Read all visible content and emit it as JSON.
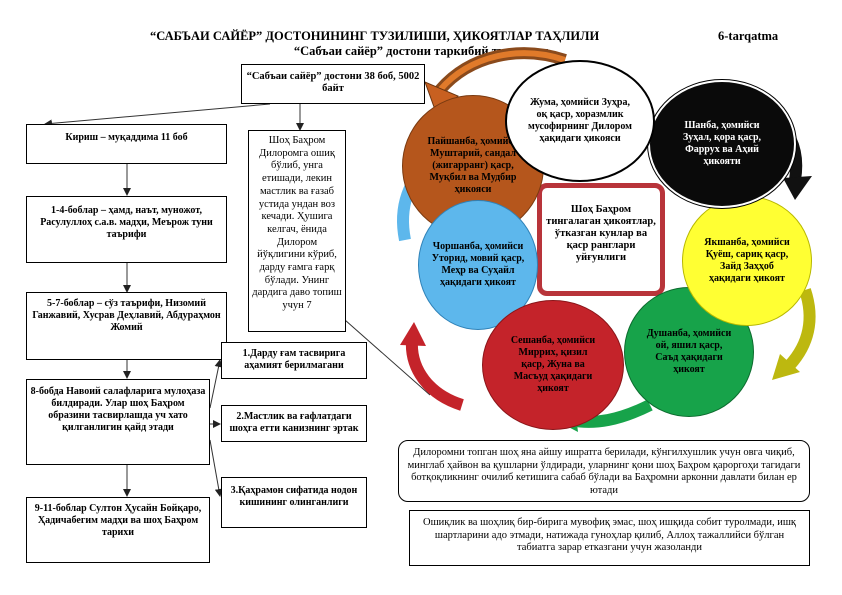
{
  "header": {
    "title": "“САБЪАИ САЙЁР” ДОСТОНИНИНГ ТУЗИЛИШИ, ҲИКОЯТЛАР ТАҲЛИЛИ",
    "tarqatma": "6-tarqatma",
    "subtitle": "“Сабъаи сайёр” достони таркибий тузилиши"
  },
  "root": "“Сабъаи сайёр” достони 38 боб, 5002 байт",
  "left_chain": [
    "Кириш – муқаддима 11 боб",
    "1-4-боблар – ҳамд, наът, муножот, Расулуллоҳ с.а.в. мадҳи, Меърож туни таърифи",
    "5-7-боблар – сўз таърифи, Низомий Ганжавий, Хусрав Деҳлавий, Абдураҳмон Жомий",
    "8-бобда Навоий салафларига мулоҳаза билдиради. Улар шоҳ Баҳром образини тасвирлашда уч хато қилганлигин қайд этади",
    "9-11-боблар Султон Ҳусайн Бойқаро, Ҳадичабегим мадҳи ва шоҳ Баҳром тарихи"
  ],
  "errors": [
    "1.Дарду ғам тасвирига аҳамият берилмагани",
    "2.Мастлик ва ғафлатдаги шоҳга етти канизнинг эртак",
    "3.Қаҳрамон сифатида нодон кишининг олинганлиги"
  ],
  "middle_text": "Шоҳ Баҳром Дилоромга ошиқ бўлиб, унга етишади, лекин мастлик ва ғазаб устида ундан воз кечади. Ҳушига келгач, ёнида Дилором йўқлигини кўриб, дарду ғамга ғарқ бўлади. Унинг дардига даво топиш учун 7",
  "center_text": "Шоҳ Баҳром тингалаган ҳикоятлар, ўтказган кунлар ва қаср ранглари уйғунлиги",
  "stories": {
    "juma": "Жума, ҳомийси Зуҳра, оқ қаср, хоразмлик мусофирнинг Дилором ҳақидаги ҳикояси",
    "shanba": "Шанба, ҳомийси Зуҳал, қора қаср, Фаррух ва Аҳий ҳикояти",
    "yakshanba": "Якшанба, ҳомийси Қуёш, сариқ қаср, Зайд Заҳҳоб ҳақидаги ҳикоят",
    "dushanba": "Душанба, ҳомийси ой, яшил қаср, Саъд ҳақидаги ҳикоят",
    "seshanba": "Сешанба, ҳомийси Миррих, қизил қаср, Жуна ва Масъуд ҳақидаги ҳикоят",
    "chorshanba": "Чоршанба, ҳомийси Уторид, мовий қаср, Меҳр ва Суҳайл ҳақидаги ҳикоят",
    "payshanba": "Пайшанба, ҳомийси Муштарий, сандал (жигарранг) қаср, Муқбил ва Мудбир ҳикояси"
  },
  "bottom1": "Дилоромни топган шоҳ яна айшу ишратга берилади, кўнгилхушлик учун овга чиқиб, минглаб ҳайвон ва қушларни ўлдиради, уларнинг қони шоҳ Баҳром қароргоҳи тагидаги ботқоқликнинг очилиб кетишига сабаб бўлади ва Баҳромни арконни давлати билан ер ютади",
  "bottom2": "Ошиқлик ва шоҳлиқ бир-бирига мувофиқ эмас, шоҳ ишқида собит туролмади, ишқ шартларини адо этмади,  натижада гуноҳлар қилиб, Аллоҳ тажаллийси бўлган табиатга зарар етказгани учун жазоланди",
  "colors": {
    "payshanba": "#b5561c",
    "chorshanba": "#5db7ec",
    "seshanba": "#c4232a",
    "dushanba": "#17a34a",
    "yakshanba": "#ffff33",
    "shanba": "#0a0a0a",
    "juma": "#ffffff"
  }
}
